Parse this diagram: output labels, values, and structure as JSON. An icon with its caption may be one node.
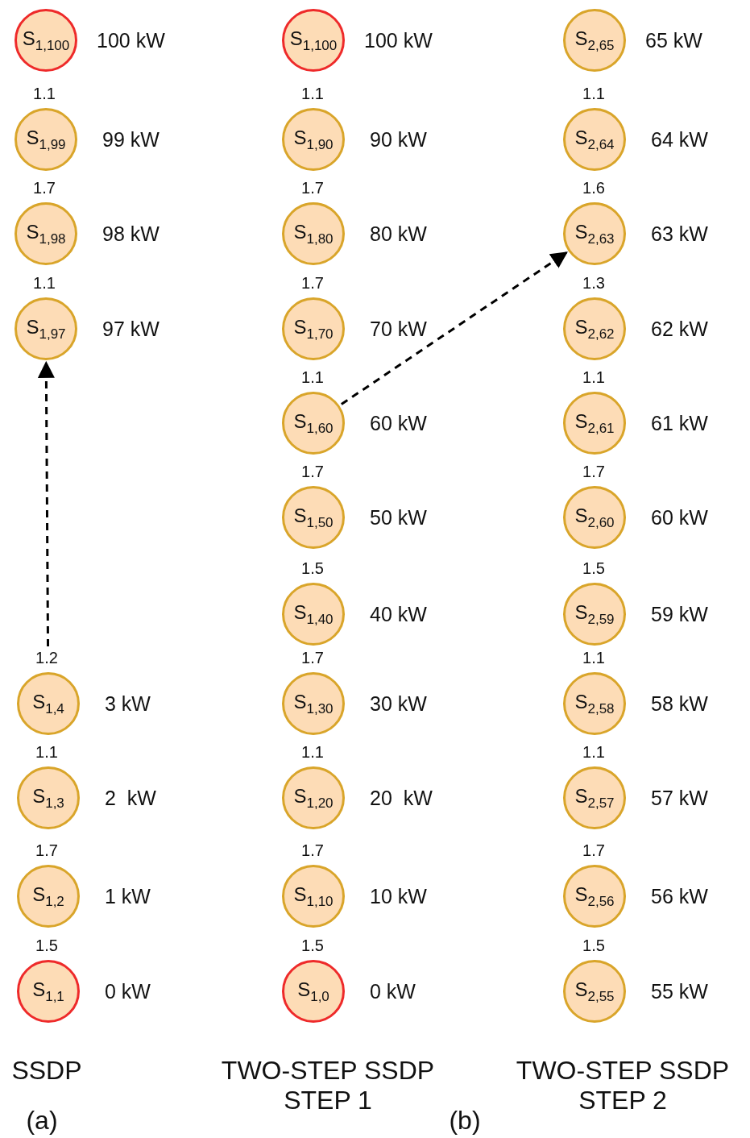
{
  "diagram": {
    "nodes": [
      {
        "text": [
          "S$_{1,100}$"
        ],
        "beside": [
          "100 kW"
        ]
      },
      {
        "text": [
          "S$_{1,99}$"
        ],
        "beside": [
          "99 kW"
        ]
      },
      {
        "text": [
          "S$_{1,98}$"
        ],
        "beside": [
          "98 kW"
        ]
      },
      {
        "text": [
          "S$_{1,97}$"
        ],
        "beside": [
          "97 kW"
        ]
      },
      {
        "text": [
          "S$_{1,4}$"
        ],
        "beside": [
          "3 kW"
        ]
      },
      {
        "text": [
          "S$_{1,3}$"
        ],
        "beside": [
          "2  kW"
        ]
      },
      {
        "text": [
          "S$_{1,2}$"
        ],
        "beside": [
          "1 kW"
        ]
      },
      {
        "text": [
          "S$_{1,1}$"
        ],
        "beside": [
          "0 kW"
        ]
      },
      {
        "text": [
          "S$_{1,100}$"
        ],
        "beside": [
          "100 kW"
        ]
      },
      {
        "text": [
          "S$_{1,90}$"
        ],
        "beside": [
          "90 kW"
        ]
      },
      {
        "text": [
          "S$_{1,80}$"
        ],
        "beside": [
          "80 kW"
        ]
      },
      {
        "text": [
          "S$_{1,70}$"
        ],
        "beside": [
          "70 kW"
        ]
      },
      {
        "text": [
          "S$_{1,60}$"
        ],
        "beside": [
          "60 kW"
        ]
      },
      {
        "text": [
          "S$_{1,50}$"
        ],
        "beside": [
          "50 kW"
        ]
      },
      {
        "text": [
          "S$_{1,40}$"
        ],
        "beside": [
          "40 kW"
        ]
      },
      {
        "text": [
          "S$_{1,30}$"
        ],
        "beside": [
          "30 kW"
        ]
      },
      {
        "text": [
          "S$_{1,20}$"
        ],
        "beside": [
          "20  kW"
        ]
      },
      {
        "text": [
          "S$_{1,10}$"
        ],
        "beside": [
          "10 kW"
        ]
      },
      {
        "text": [
          "S$_{1,0}$"
        ],
        "beside": [
          "0 kW"
        ]
      },
      {
        "text": [
          "S$_{2,65}$"
        ],
        "beside": [
          "65 kW"
        ]
      },
      {
        "text": [
          "S$_{2,64}$"
        ],
        "beside": [
          "64 kW"
        ]
      },
      {
        "text": [
          "S$_{2,63}$"
        ],
        "beside": [
          "63 kW"
        ]
      },
      {
        "text": [
          "S$_{2,62}$"
        ],
        "beside": [
          "62 kW"
        ]
      },
      {
        "text": [
          "S$_{2,61}$"
        ],
        "beside": [
          "61 kW"
        ]
      },
      {
        "text": [
          "S$_{2,60}$"
        ],
        "beside": [
          "60 kW"
        ]
      },
      {
        "text": [
          "S$_{2,59}$"
        ],
        "beside": [
          "59 kW"
        ]
      },
      {
        "text": [
          "S$_{2,58}$"
        ],
        "beside": [
          "58 kW"
        ]
      },
      {
        "text": [
          "S$_{2,57}$"
        ],
        "beside": [
          "57 kW"
        ]
      },
      {
        "text": [
          "S$_{2,56}$"
        ],
        "beside": [
          "56 kW"
        ]
      },
      {
        "text": [
          "S$_{2,55}$"
        ],
        "beside": [
          "55 kW"
        ]
      }
    ],
    "edges": [
      {
        "from": 4,
        "to": 3,
        "arrow": "to",
        "style": "dashed"
      },
      {
        "from": 12,
        "to": 21,
        "arrow": "to",
        "style": "dashed"
      }
    ],
    "labels": [
      "1.1",
      "1.7",
      "1.1",
      "1.2",
      "1.1",
      "1.7",
      "1.5",
      "1.1",
      "1.7",
      "1.7",
      "1.1",
      "1.7",
      "1.5",
      "1.7",
      "1.1",
      "1.7",
      "1.5",
      "1.1",
      "1.6",
      "1.3",
      "1.1",
      "1.7",
      "1.5",
      "1.1",
      "1.1",
      "1.7",
      "1.5",
      "SSDP",
      "TWO-STEP SSDP STEP 1",
      "TWO-STEP SSDP STEP 2",
      "(a)",
      "(b)"
    ]
  }
}
